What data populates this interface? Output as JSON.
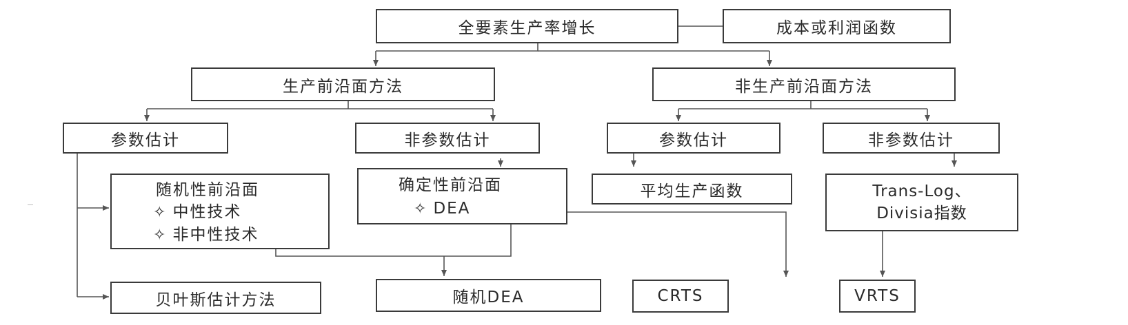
{
  "nodes": {
    "tfp_growth": "全要素生产率增长",
    "cost_profit_function": "成本或利润函数",
    "frontier_method": "生产前沿面方法",
    "non_frontier_method": "非生产前沿面方法",
    "left_parametric": "参数估计",
    "left_nonparametric": "非参数估计",
    "right_parametric": "参数估计",
    "right_nonparametric": "非参数估计",
    "stochastic_frontier": {
      "title": "随机性前沿面",
      "items": [
        "中性技术",
        "非中性技术"
      ]
    },
    "deterministic_frontier": {
      "title": "确定性前沿面",
      "items": [
        "DEA"
      ]
    },
    "average_production_function": "平均生产函数",
    "translog_divisia": [
      "Trans-Log、",
      "Divisia指数"
    ],
    "bayesian_estimation": "贝叶斯估计方法",
    "stochastic_dea": "随机DEA",
    "crts": "CRTS",
    "vrts": "VRTS"
  },
  "bullet_icon": "four-point-star-outline"
}
